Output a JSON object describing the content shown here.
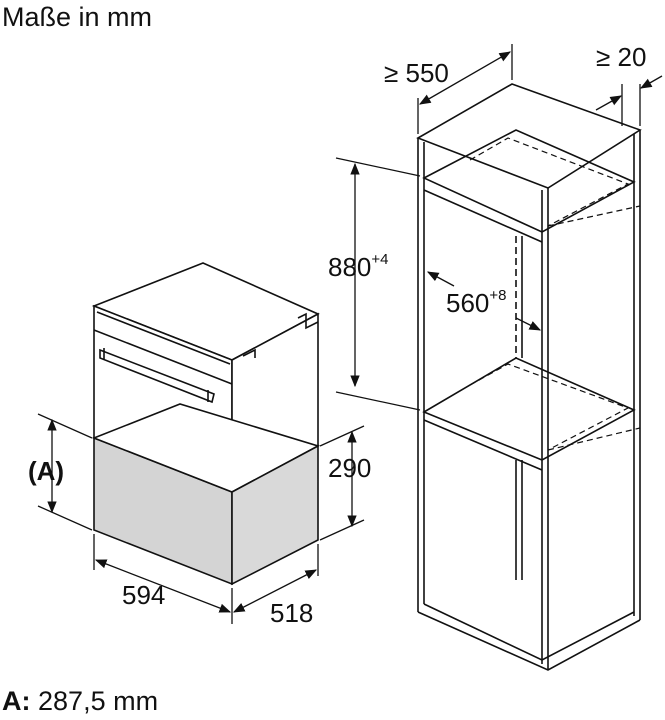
{
  "title": "Maße in mm",
  "dimensions": {
    "cabinet_depth": "≥ 550",
    "rear_gap": "≥ 20",
    "niche_height": "880",
    "niche_height_tolerance": "+4",
    "niche_width": "560",
    "niche_width_tolerance": "+8",
    "drawer_height_label": "(A)",
    "drawer_height": "290",
    "appliance_width": "594",
    "appliance_depth": "518"
  },
  "footer": {
    "key": "A:",
    "value": "287,5 mm"
  }
}
